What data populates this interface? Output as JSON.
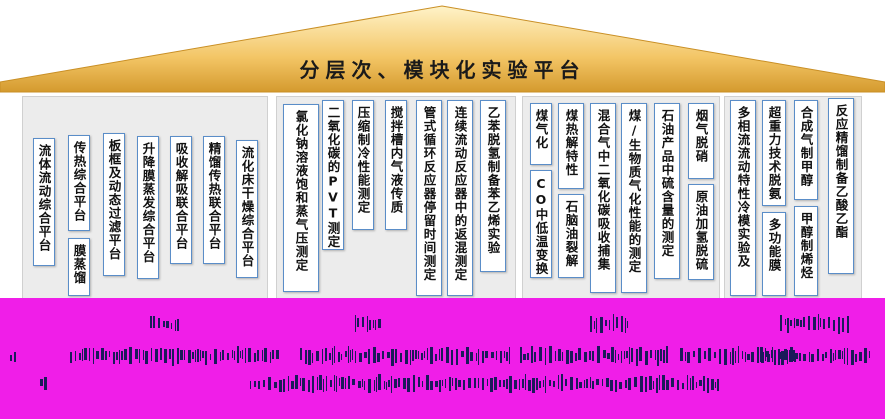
{
  "title": "分层次、模块化实验平台",
  "columns": [
    {
      "items": [
        "流体流动综合平台",
        "传热综合平台",
        "膜蒸馏",
        "板框及动态过滤平台",
        "升降膜蒸发综合平台",
        "吸收解吸联合平台",
        "精馏传热联合平台",
        "流化床干燥综合平台"
      ]
    },
    {
      "items": [
        "氯化钠溶液饱和蒸气压测定",
        "二氧化碳的PVT测定",
        "压缩制冷性能测定",
        "搅拌槽内气液传质",
        "管式循环反应器停留时间测定",
        "连续流动反应器中的返混测定",
        "乙苯脱氢制备苯乙烯实验"
      ]
    },
    {
      "items": [
        "煤气化",
        "CO中低温变换",
        "煤热解特性",
        "石脑油裂解",
        "混合气中二氧化碳吸收捕集",
        "煤/生物质气化性能的测定",
        "石油产品中硫含量的测定",
        "烟气脱硝",
        "原油加氢脱硫"
      ]
    },
    {
      "items": [
        "多相流流动特性冷模实验及",
        "超重力技术脱氨",
        "多功能膜",
        "合成气制甲醇",
        "甲醇制烯烃",
        "反应精馏制备乙酸乙酯"
      ]
    }
  ],
  "colors": {
    "roof_top": "#fde6a8",
    "roof_bottom": "#d9a33a",
    "pillar_bg": "#ececec",
    "box_border": "#5a8dc8",
    "noise": "#f01ee8"
  }
}
